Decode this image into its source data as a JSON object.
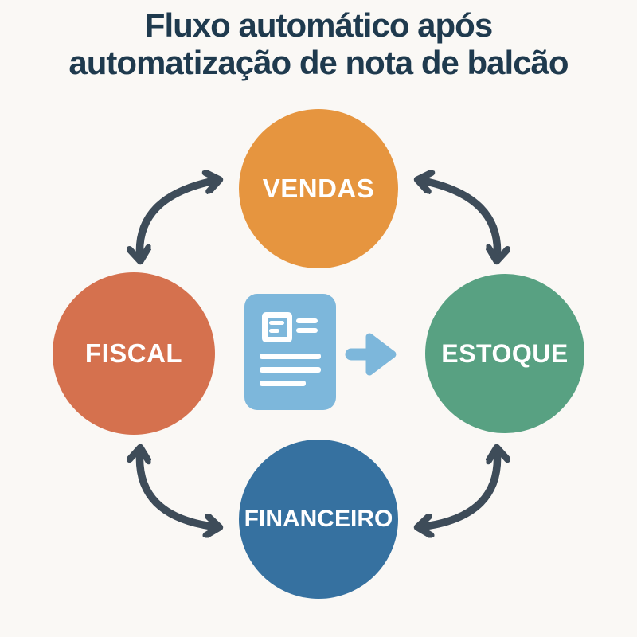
{
  "title": {
    "line1": "Fluxo automático após",
    "line2": "automatização de nota de balcão"
  },
  "nodes": {
    "vendas": {
      "label": "VENDAS"
    },
    "estoque": {
      "label": "ESTOQUE"
    },
    "financeiro": {
      "label": "FINANCEIRO"
    },
    "fiscal": {
      "label": "FISCAL"
    }
  },
  "center": {
    "icon": "document-icon",
    "arrow_icon": "right-arrow-icon"
  },
  "flow": {
    "connections": [
      {
        "from": "fiscal",
        "to": "vendas",
        "bidirectional": true
      },
      {
        "from": "vendas",
        "to": "estoque",
        "bidirectional": true
      },
      {
        "from": "estoque",
        "to": "financeiro",
        "bidirectional": true
      },
      {
        "from": "financeiro",
        "to": "fiscal",
        "bidirectional": true
      }
    ]
  },
  "colors": {
    "background": "#FAF8F5",
    "title-text": "#1F3A4E",
    "node-vendas": "#E6953F",
    "node-estoque": "#58A182",
    "node-financeiro": "#3671A0",
    "node-fiscal": "#D5714E",
    "node-label": "#FFFFFF",
    "flow-arrow": "#3E4C59",
    "doc-icon": "#7DB7DB"
  }
}
